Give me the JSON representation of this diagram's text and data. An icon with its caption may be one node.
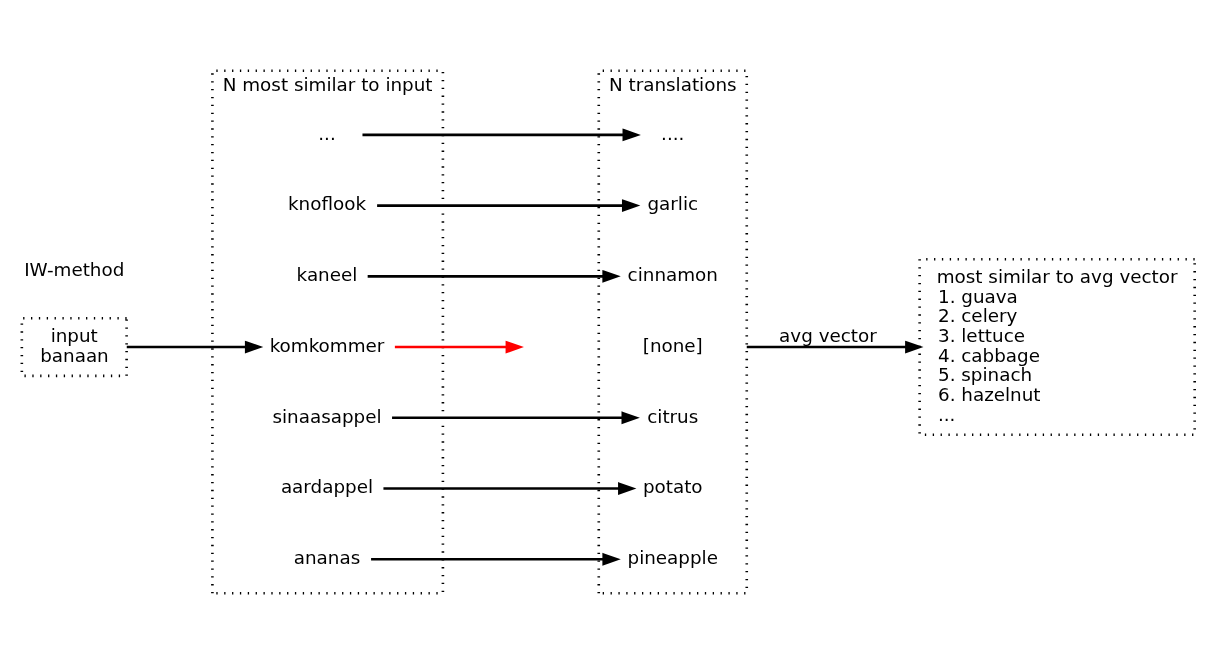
{
  "diagram": {
    "nodes": [
      {
        "text": [
          "input",
          "banaan"
        ]
      },
      {
        "text": [
          "N most similar to input"
        ]
      },
      {
        "text": [
          "ananas"
        ],
        "in": 1
      },
      {
        "text": [
          "aardappel"
        ],
        "in": 1
      },
      {
        "text": [
          "sinaasappel"
        ],
        "in": 1
      },
      {
        "text": [
          "komkommer"
        ],
        "in": 1
      },
      {
        "text": [
          "kaneel"
        ],
        "in": 1
      },
      {
        "text": [
          "knoflook"
        ],
        "in": 1
      },
      {
        "text": [
          "..."
        ],
        "in": 1
      },
      {
        "text": [
          "N translations"
        ]
      },
      {
        "text": [
          "pineapple"
        ],
        "in": 9
      },
      {
        "text": [
          "potato"
        ],
        "in": 9
      },
      {
        "text": [
          "citrus"
        ],
        "in": 9
      },
      {
        "text": [
          "[none]"
        ],
        "in": 9
      },
      {
        "text": [
          "cinnamon"
        ],
        "in": 9
      },
      {
        "text": [
          "garlic"
        ],
        "in": 9
      },
      {
        "text": [
          "...."
        ],
        "in": 9
      },
      {
        "text": [
          "most similar to avg vector",
          "1. guava",
          "2. celery",
          "3. lettuce",
          "4. cabbage",
          "5. spinach",
          "6. hazelnut",
          "..."
        ]
      }
    ],
    "edges": [
      {
        "from": 0,
        "to": 5,
        "arrow": "to"
      },
      {
        "from": 2,
        "to": 10,
        "arrow": "to"
      },
      {
        "from": 3,
        "to": 11,
        "arrow": "to"
      },
      {
        "from": 4,
        "to": 12,
        "arrow": "to"
      },
      {
        "from": 5,
        "to": null,
        "arrow": "to",
        "color": "#ff0000"
      },
      {
        "from": 6,
        "to": 14,
        "arrow": "to"
      },
      {
        "from": 7,
        "to": 15,
        "arrow": "to"
      },
      {
        "from": 8,
        "to": 16,
        "arrow": "to"
      },
      {
        "from": 9,
        "to": 17,
        "arrow": "to",
        "label": "avg vector"
      }
    ],
    "labels": [
      "IW-method"
    ]
  }
}
